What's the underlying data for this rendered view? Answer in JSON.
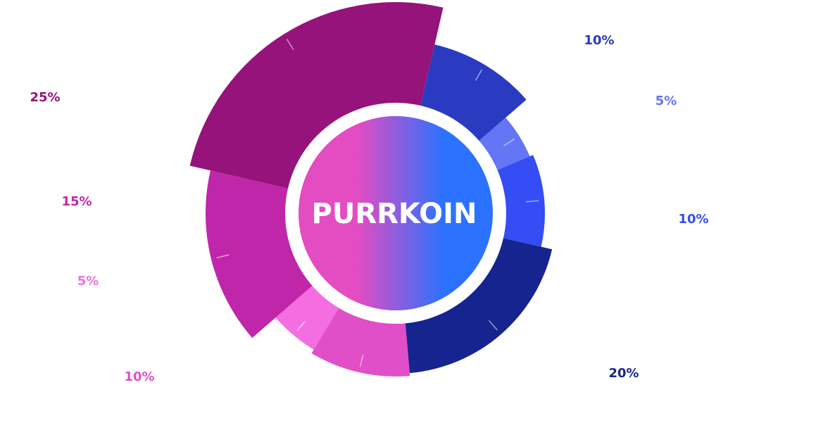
{
  "chart_data": {
    "type": "pie",
    "variant": "polar-area-donut",
    "center_label": "PURRKOIN",
    "start_angle_deg": 13,
    "slices": [
      {
        "label": "10%",
        "value": 10,
        "color": "#2A3BC2"
      },
      {
        "label": "5%",
        "value": 5,
        "color": "#6475F6"
      },
      {
        "label": "10%",
        "value": 10,
        "color": "#344DF5"
      },
      {
        "label": "20%",
        "value": 20,
        "color": "#162490"
      },
      {
        "label": "10%",
        "value": 10,
        "color": "#E04FC8"
      },
      {
        "label": "5%",
        "value": 5,
        "color": "#F46EE2"
      },
      {
        "label": "15%",
        "value": 15,
        "color": "#C026A9"
      },
      {
        "label": "25%",
        "value": 25,
        "color": "#95137A"
      }
    ],
    "center_gradient": [
      "#E44CC2",
      "#2A72FF"
    ]
  }
}
